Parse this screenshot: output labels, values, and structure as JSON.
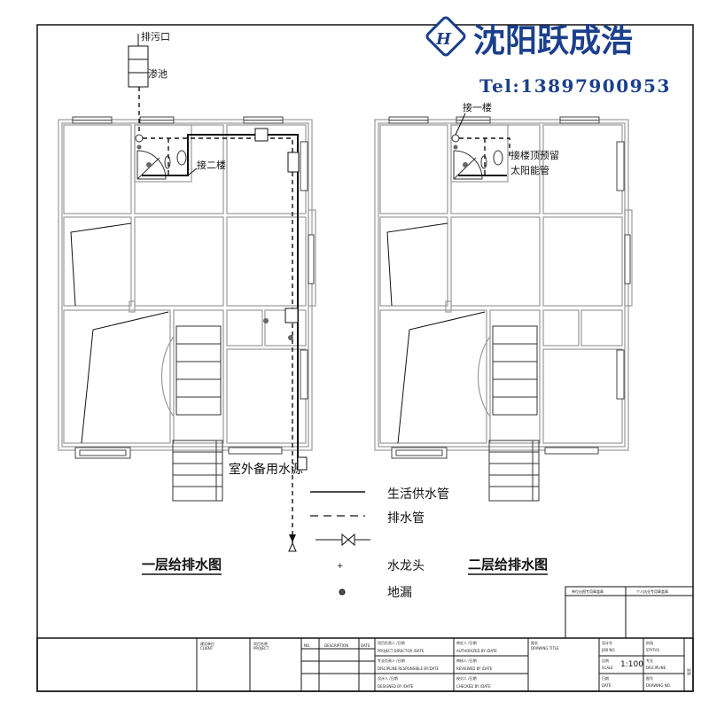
{
  "brand": {
    "name": "沈阳跃成浩",
    "phone": "Tel:13897900953",
    "color": "#1b3f8c",
    "logo_icon": "diamond-h-logo"
  },
  "plans": [
    {
      "title": "一层给排水图",
      "labels": {
        "outlet": "排污口",
        "tank": "渗池",
        "to_floor": "接二楼",
        "backup": "室外备用水源"
      }
    },
    {
      "title": "二层给排水图",
      "labels": {
        "to_floor": "接一楼",
        "solar_1": "接楼顶预留",
        "solar_2": "太阳能管"
      }
    }
  ],
  "legend": [
    {
      "symbol": "solid-line",
      "label": "生活供水管"
    },
    {
      "symbol": "dashed-line",
      "label": "排水管"
    },
    {
      "symbol": "valve",
      "label": ""
    },
    {
      "symbol": "plus",
      "label": "水龙头"
    },
    {
      "symbol": "dot",
      "label": "地漏"
    }
  ],
  "stamp_box": {
    "left": "单位出图专用章盖章",
    "right": "个人执业专用章盖章"
  },
  "title_block": {
    "client": "CLIENT",
    "client_cn": "建设单位",
    "project": "PROJECT",
    "project_cn": "项目名称",
    "no": "NO.",
    "description": "DESCRIPTION",
    "date_col": "DATE",
    "project_director": "PROJECT DIRECTOR /DATE",
    "project_director_cn": "项目负责人 /日期",
    "discipline_resp": "DISCIPLINE RESPONSIBLE BY/DATE",
    "discipline_resp_cn": "专业负责人 /日期",
    "designed": "DESIGNED BY /DATE",
    "designed_cn": "设计人 /日期",
    "authorized": "AUTHORIZED BY /DATE",
    "authorized_cn": "审定人 /日期",
    "reviewed": "REVIEWED BY /DATE",
    "reviewed_cn": "审核人 /日期",
    "checked": "CHECKED BY /DATE",
    "checked_cn": "校对人 /日期",
    "drawing_title": "DRAWING TITLE",
    "drawing_title_cn": "图名",
    "job_no": "JOB NO.",
    "job_no_cn": "设计号",
    "scale": "SCALE",
    "scale_cn": "比例",
    "scale_value": "1:100",
    "date": "DATE",
    "date_cn": "日期",
    "status": "STATUS",
    "status_cn": "阶段",
    "discipline": "DISCIPLINE",
    "discipline_cn": "专业",
    "drawing_no": "DRAWING NO.",
    "drawing_no_cn": "图号",
    "side": "图签"
  }
}
